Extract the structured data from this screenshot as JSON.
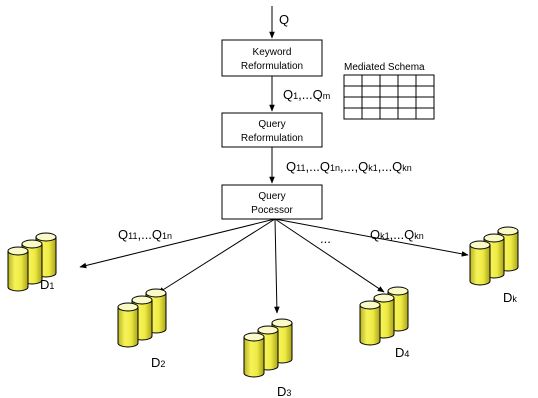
{
  "input_query": {
    "main": "Q"
  },
  "boxes": {
    "keyword": [
      "Keyword",
      "Reformulation"
    ],
    "query_reform": [
      "Query",
      "Reformulation"
    ],
    "processor": [
      "Query",
      "Pocessor"
    ]
  },
  "mediated_schema": {
    "title": "Mediated Schema",
    "rows": 4,
    "cols": 5
  },
  "labels": {
    "q_m": [
      {
        "t": "Q",
        "s": "1"
      },
      {
        "t": ",...Q",
        "s": "m"
      }
    ],
    "q_kn": [
      {
        "t": "Q",
        "s": "11"
      },
      {
        "t": ",...Q",
        "s": "1n"
      },
      {
        "t": ",...,Q",
        "s": "k1"
      },
      {
        "t": ",...Q",
        "s": "kn"
      }
    ],
    "q_left": [
      {
        "t": "Q",
        "s": "11"
      },
      {
        "t": ",...Q",
        "s": "1n"
      }
    ],
    "q_right": [
      {
        "t": "Q",
        "s": "k1"
      },
      {
        "t": ",...Q",
        "s": "kn"
      }
    ],
    "ellipsis": "..."
  },
  "databases": [
    {
      "id": "d1",
      "main": "D",
      "sub": "1"
    },
    {
      "id": "d2",
      "main": "D",
      "sub": "2"
    },
    {
      "id": "d3",
      "main": "D",
      "sub": "3"
    },
    {
      "id": "d4",
      "main": "D",
      "sub": "4"
    },
    {
      "id": "dk",
      "main": "D",
      "sub": "k"
    }
  ],
  "colors": {
    "cylinder_fill": "#f2f04a",
    "cylinder_top": "#fafac8",
    "line": "#000000"
  }
}
